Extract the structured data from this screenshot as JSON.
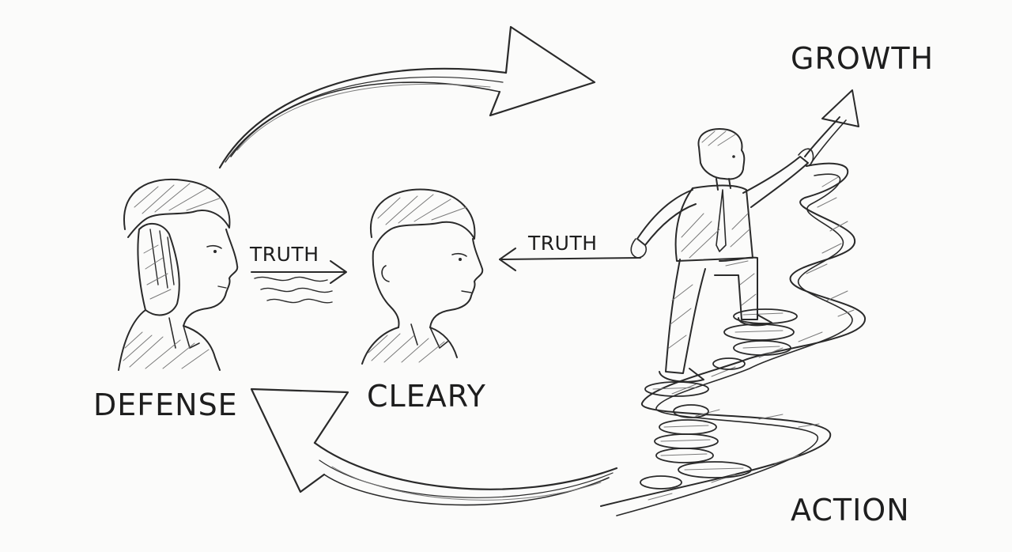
{
  "labels": {
    "growth": "GROWTH",
    "defense": "DEFENSE",
    "cleary": "CLEARY",
    "action": "ACTION",
    "truth_left": "TRUTH",
    "truth_right": "TRUTH"
  },
  "colors": {
    "ink": "#2a2a2a",
    "shade": "#7a7a7a",
    "paper": "#fbfbfa"
  }
}
